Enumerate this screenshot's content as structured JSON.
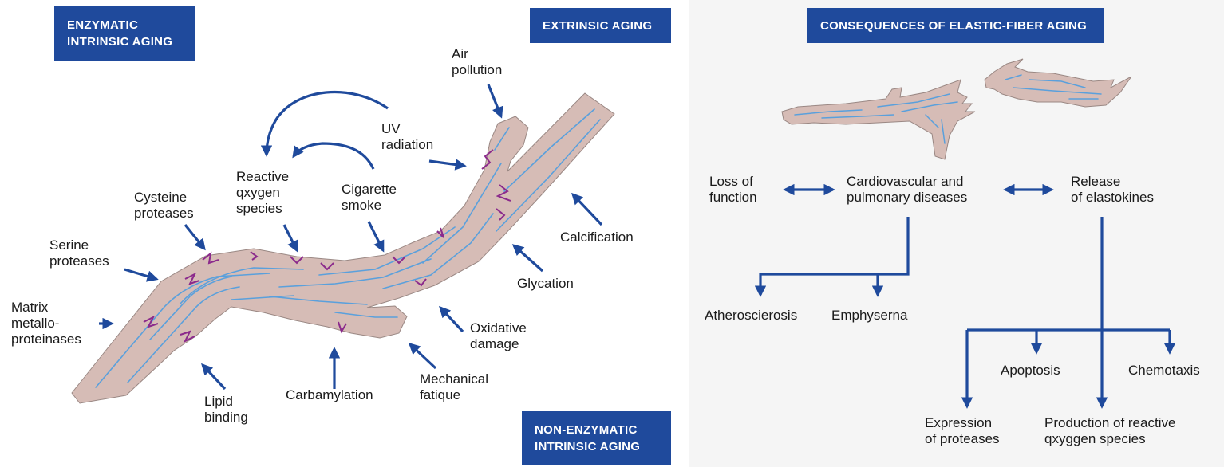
{
  "headers": {
    "enzymatic": "ENZYMATIC\nINTRINSIC AGING",
    "extrinsic": "EXTRINSIC AGING",
    "non_enzymatic": "NON-ENZYMATIC\nINTRINSIC AGING",
    "consequences": "CONSEQUENCES OF ELASTIC-FIBER AGING"
  },
  "factors": {
    "air_pollution": "Air\npollution",
    "uv_radiation": "UV\nradiation",
    "reactive_oxygen": "Reactive\nqxygen\nspecies",
    "cigarette_smoke": "Cigarette\nsmoke",
    "cysteine_proteases": "Cysteine\nproteases",
    "serine_proteases": "Serine\nproteases",
    "mmp": "Matrix\nmetallo-\nproteinases",
    "lipid_binding": "Lipid\nbinding",
    "carbamylation": "Carbamylation",
    "mechanical_fatigue": "Mechanical\nfatique",
    "oxidative_damage": "Oxidative\ndamage",
    "glycation": "Glycation",
    "calcification": "Calcification"
  },
  "consequences": {
    "loss_of_function": "Loss of\nfunction",
    "cardio": "Cardiovascular and\npulmonary diseases",
    "release": "Release\nof elastokines",
    "atherosclerosis": "Atheroscierosis",
    "emphysema": "Emphyserna",
    "apoptosis": "Apoptosis",
    "chemotaxis": "Chemotaxis",
    "expression": "Expression\nof proteases",
    "production": "Production of reactive\nqxyggen species"
  },
  "colors": {
    "header_bg": "#1f4a9c",
    "arrow": "#1f4a9c",
    "fiber_fill": "#d6bcb6",
    "fiber_line": "#5aa0dc",
    "damage": "#8b2a8c",
    "panel_bg": "#f5f5f5"
  }
}
